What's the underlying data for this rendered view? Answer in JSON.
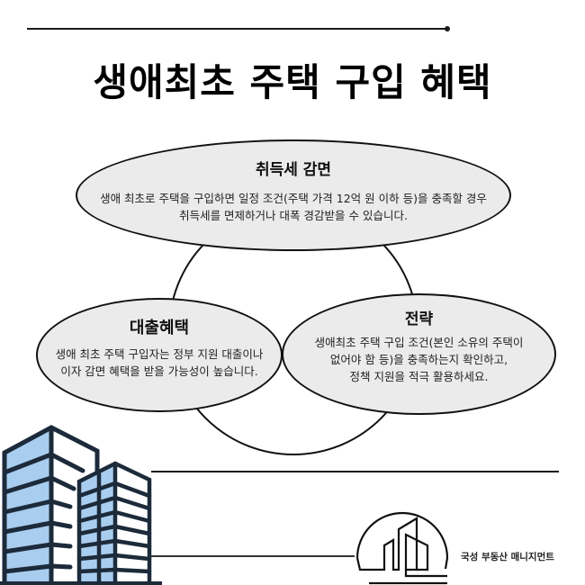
{
  "header": {
    "title": "생애최초 주택 구입 혜택"
  },
  "diagram": {
    "nodes": [
      {
        "id": "acquisition-tax",
        "title": "취득세 감면",
        "body_lines": [
          "생애 최초로 주택을 구입하면 일정 조건(주택 가격 12억 원 이하 등)을 충족할 경우",
          "취득세를 면제하거나 대폭 경감받을 수 있습니다."
        ]
      },
      {
        "id": "loan-benefit",
        "title": "대출혜택",
        "body_lines": [
          "생애 최초 주택 구입자는 정부 지원 대출이나",
          "이자 감면 혜택을 받을 가능성이 높습니다."
        ]
      },
      {
        "id": "strategy",
        "title": "전략",
        "body_lines": [
          "생애최초 주택 구입 조건(본인 소유의 주택이",
          "없어야 함 등)을 충족하는지 확인하고,",
          "정책 지원을 적극 활용하세요."
        ]
      }
    ]
  },
  "footer": {
    "company_name": "국성 부동산 매니지먼트",
    "illustration_icon": "office-buildings-icon",
    "logo_icon": "building-circle-logo-icon"
  },
  "colors": {
    "ellipse_fill": "#ebebeb",
    "outline": "#111111",
    "building_blue": "#a8cdef",
    "building_outline": "#1c2a3a"
  }
}
